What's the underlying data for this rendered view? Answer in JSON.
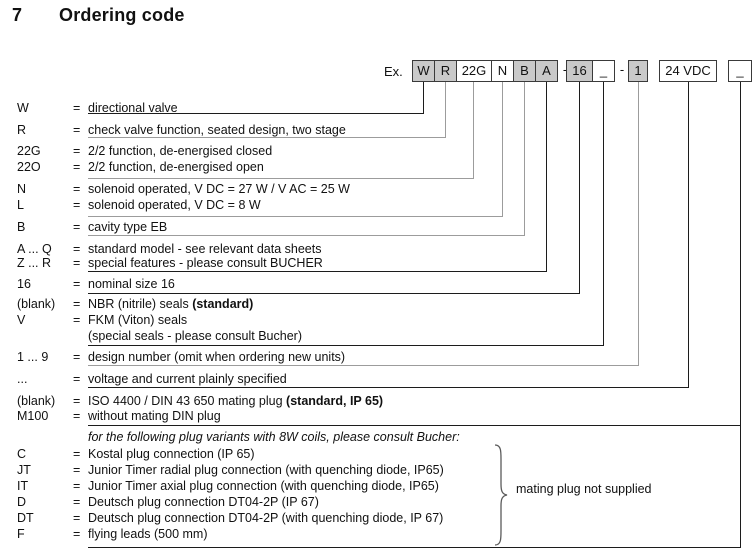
{
  "page": {
    "heading_number": "7",
    "heading_title": "Ordering code"
  },
  "ui": {
    "eq": "=",
    "example_label": "Ex."
  },
  "colors": {
    "box_fill": "#c9c9c9",
    "box_border": "#3a3a3a",
    "line_dark": "#1c1c1c",
    "line_gray": "#9c9c9c"
  },
  "example": {
    "boxes": [
      {
        "text": "W",
        "filled": true
      },
      {
        "text": "R",
        "filled": true
      },
      {
        "text": "22G",
        "filled": false
      },
      {
        "text": "N",
        "filled": false
      },
      {
        "text": "B",
        "filled": true
      },
      {
        "text": "A",
        "filled": true
      },
      {
        "text": "-",
        "separator": true
      },
      {
        "text": "16",
        "filled": true
      },
      {
        "text": "_",
        "filled": false
      },
      {
        "text": "-",
        "separator": true
      },
      {
        "text": "1",
        "filled": true
      },
      {
        "text": "24 VDC",
        "filled": false
      },
      {
        "text": "_",
        "filled": false
      }
    ]
  },
  "rows": [
    {
      "code": "W",
      "text": "directional valve"
    },
    {
      "code": "R",
      "text": "check valve function, seated design, two stage"
    },
    {
      "code": "22G",
      "text": "2/2 function, de-energised closed"
    },
    {
      "code": "22O",
      "text": "2/2 function, de-energised open"
    },
    {
      "code": "N",
      "text": "solenoid operated, V DC = 27 W  /  V AC = 25 W"
    },
    {
      "code": "L",
      "text": "solenoid operated, V DC = 8 W"
    },
    {
      "code": "B",
      "text": "cavity type EB"
    },
    {
      "code": "A ... Q",
      "text": "standard model - see relevant data sheets"
    },
    {
      "code": "Z ... R",
      "text": "special features - please consult BUCHER"
    },
    {
      "code": "16",
      "text": "nominal size 16"
    },
    {
      "code": "(blank)",
      "text": "NBR (nitrile) seals  ",
      "bold": "(standard)"
    },
    {
      "code": "V",
      "text": "FKM (Viton) seals"
    },
    {
      "code": "",
      "text": "(special seals - please consult Bucher)"
    },
    {
      "code": "1 ... 9",
      "text": "design number (omit when ordering new units)"
    },
    {
      "code": "...",
      "text": "voltage and current plainly specified"
    },
    {
      "code": "(blank)",
      "text": "ISO 4400 / DIN 43 650 mating plug ",
      "bold": "(standard, IP 65)"
    },
    {
      "code": "M100",
      "text": "without mating DIN plug"
    },
    {
      "code": "",
      "text": "for the following plug variants with 8W coils, please consult Bucher:"
    },
    {
      "code": "C",
      "text": "Kostal plug connection (IP 65)"
    },
    {
      "code": "JT",
      "text": "Junior Timer radial plug connection (with quenching diode, IP65)"
    },
    {
      "code": "IT",
      "text": "Junior Timer axial plug connection (with quenching diode, IP65)"
    },
    {
      "code": "D",
      "text": "Deutsch plug connection DT04-2P (IP 67)"
    },
    {
      "code": "DT",
      "text": "Deutsch plug connection DT04-2P (with quenching diode, IP 67)"
    },
    {
      "code": "F",
      "text": "flying leads (500 mm)"
    }
  ],
  "brace_note": "mating plug not supplied"
}
